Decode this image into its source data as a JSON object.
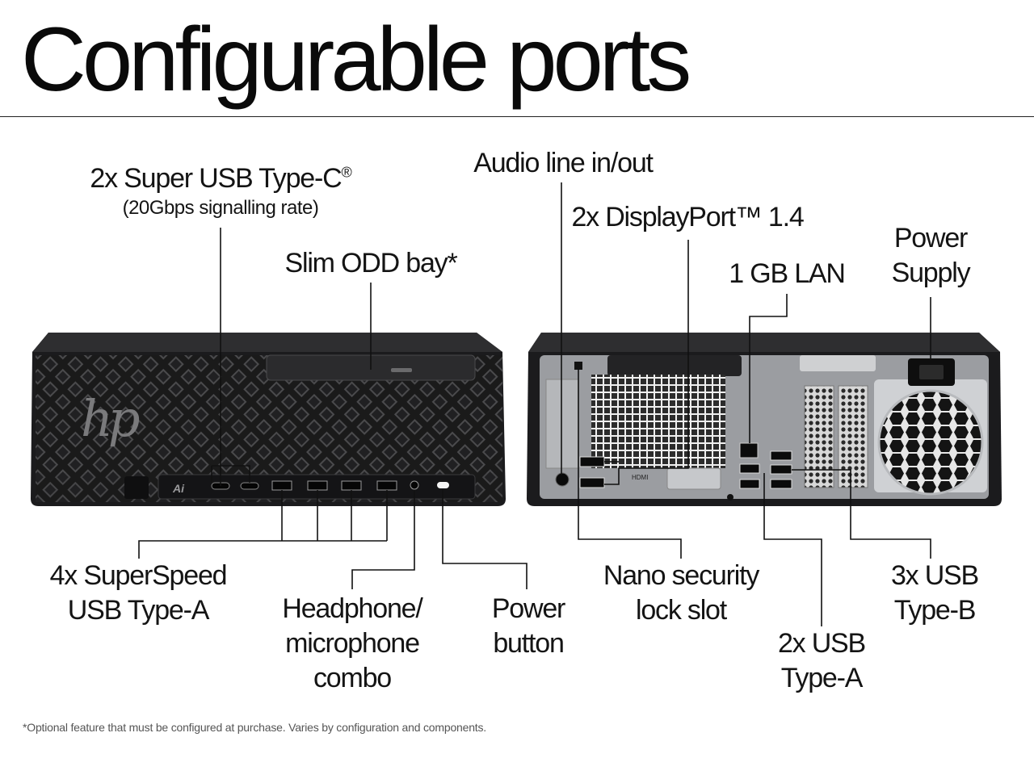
{
  "title": "Configurable ports",
  "footnote": "*Optional feature that must be configured at purchase. Varies by configuration and components.",
  "front_labels": {
    "usb_c": {
      "line1": "2x Super USB Type-C",
      "line1_mark": "®",
      "line2": "(20Gbps signalling rate)"
    },
    "odd_bay": "Slim ODD bay*",
    "usb_a": {
      "line1": "4x SuperSpeed",
      "line2": "USB Type-A"
    },
    "headphone": {
      "line1": "Headphone/",
      "line2": "microphone",
      "line3": "combo"
    },
    "power_button": {
      "line1": "Power",
      "line2": "button"
    }
  },
  "rear_labels": {
    "audio": "Audio line in/out",
    "displayport": "2x DisplayPort™ 1.4",
    "lan": "1 GB LAN",
    "power_supply": {
      "line1": "Power",
      "line2": "Supply"
    },
    "security_slot": {
      "line1": "Nano security",
      "line2": "lock slot"
    },
    "usb_a": {
      "line1": "2x USB",
      "line2": "Type-A"
    },
    "usb_b": {
      "line1": "3x USB",
      "line2": "Type-B"
    }
  },
  "device": {
    "logo": "hp",
    "rear_port_label": "HDMI"
  },
  "colors": {
    "chassis": "#1c1c1e",
    "chassis_edge": "#3a3a3c",
    "rear_panel": "#9a9ca0",
    "leader_line": "#111111"
  }
}
